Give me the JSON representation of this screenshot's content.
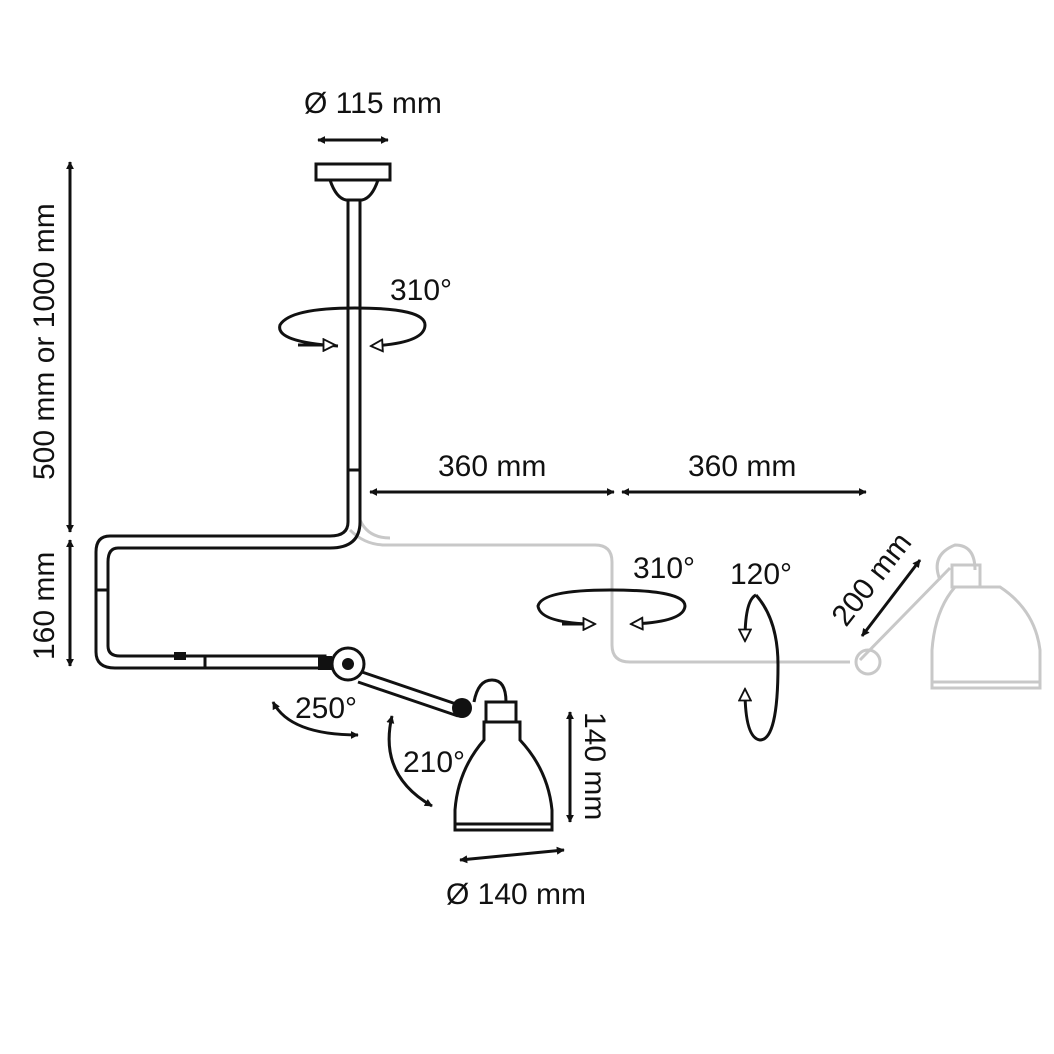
{
  "labels": {
    "canopy_diameter": "Ø 115 mm",
    "drop_length": "500 mm or 1000 mm",
    "elbow_height": "160 mm",
    "arm_length_1": "360 mm",
    "arm_length_2": "360 mm",
    "rotation_top": "310°",
    "rotation_arm": "310°",
    "rotation_tilt": "120°",
    "rotation_elbow": "250°",
    "rotation_shade": "210°",
    "shade_height": "140 mm",
    "shade_diameter": "Ø 140 mm",
    "small_arm": "200 mm"
  },
  "colors": {
    "ink": "#111111",
    "ghost": "#c8c8c8"
  }
}
